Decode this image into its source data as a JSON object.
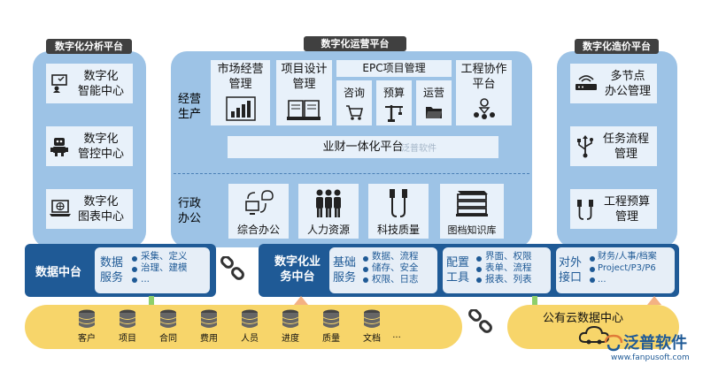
{
  "left": {
    "tag": "数字化分析平台",
    "items": [
      {
        "line1": "数字化",
        "line2": "智能中心"
      },
      {
        "line1": "数字化",
        "line2": "管控中心"
      },
      {
        "line1": "数字化",
        "line2": "图表中心"
      }
    ]
  },
  "center": {
    "tag": "数字化运营平台",
    "jingying": "经营生产",
    "xingzheng": "行政办公",
    "top_cards": [
      {
        "line1": "市场经营",
        "line2": "管理"
      },
      {
        "line1": "项目设计",
        "line2": "管理"
      }
    ],
    "epc_title": "EPC项目管理",
    "epc_items": [
      "咨询",
      "预算",
      "运营"
    ],
    "gongcheng": {
      "line1": "工程协作",
      "line2": "平台"
    },
    "yecai": "业财一体化平台",
    "watermark": "泛普软件",
    "admin_cards": [
      "综合办公",
      "人力资源",
      "科技质量",
      "图档知识库"
    ]
  },
  "right": {
    "tag": "数字化造价平台",
    "items": [
      {
        "line1": "多节点",
        "line2": "办公管理"
      },
      {
        "line1": "任务流程",
        "line2": "管理"
      },
      {
        "line1": "工程预算",
        "line2": "管理"
      }
    ]
  },
  "bar": {
    "data_center": "数据中台",
    "data_service": "数据服务",
    "data_service_items": [
      "采集、定义",
      "治理、建模",
      "..."
    ],
    "biz_center": "数字化业务中台",
    "base_service": "基础服务",
    "base_items": [
      "数据、流程",
      "储存、安全",
      "权限、日志"
    ],
    "config_tools": "配置工具",
    "config_items": [
      "界面、权限",
      "表单、流程",
      "报表、列表"
    ],
    "external": "对外接口",
    "external_items": [
      "财务/人事/档案",
      "Project/P3/P6",
      "..."
    ]
  },
  "db": {
    "labels": [
      "客户",
      "项目",
      "合同",
      "费用",
      "人员",
      "进度",
      "质量",
      "文档",
      "..."
    ],
    "cloud": "公有云数据中心"
  },
  "brand": {
    "name": "泛普软件",
    "url": "www.fanpusoft.com"
  },
  "colors": {
    "panel": "#9dc3e6",
    "dark": "#1f5a96",
    "card": "#e8f1fa",
    "yellow": "#f7d56a",
    "green_arrow": "#8fcf6a",
    "orange_arrow": "#f4b183"
  }
}
